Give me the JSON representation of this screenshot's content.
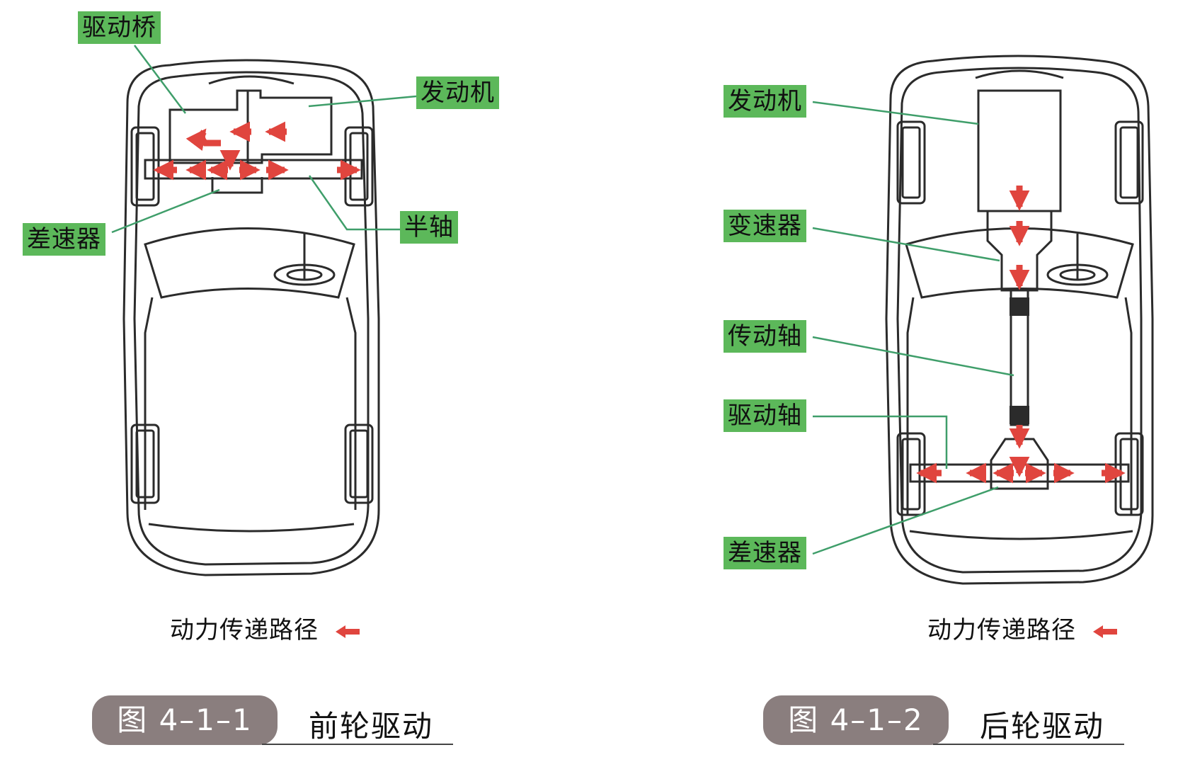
{
  "left_diagram": {
    "labels": {
      "drive_axle": "驱动桥",
      "engine": "发动机",
      "differential": "差速器",
      "half_shaft": "半轴"
    },
    "legend": "动力传递路径",
    "figure_number": "图 4–1–1",
    "figure_title": "前轮驱动"
  },
  "right_diagram": {
    "labels": {
      "engine": "发动机",
      "transmission": "变速器",
      "drive_shaft": "传动轴",
      "drive_axle_shaft": "驱动轴",
      "differential": "差速器"
    },
    "legend": "动力传递路径",
    "figure_number": "图 4–1–2",
    "figure_title": "后轮驱动"
  },
  "colors": {
    "label_bg": "#5cb85a",
    "leader_line": "#3f9e6a",
    "power_arrow": "#e0453e",
    "outline": "#2b2b2b",
    "figure_pill": "#8a7e7e"
  }
}
